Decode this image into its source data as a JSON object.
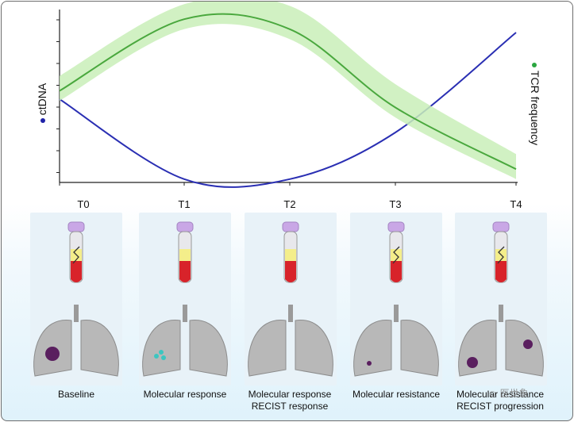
{
  "chart_data": {
    "type": "line",
    "x_ticks": [
      "T0",
      "T1",
      "T2",
      "T3",
      "T4"
    ],
    "y_ticks_count": 8,
    "series": [
      {
        "name": "ctDNA",
        "color": "#2a2fb3",
        "values": [
          0.5,
          0.02,
          0.02,
          0.3,
          0.9
        ]
      },
      {
        "name": "TCR frequency",
        "color": "#4aa83e",
        "values": [
          0.55,
          0.98,
          0.92,
          0.45,
          0.08
        ],
        "band": true
      }
    ]
  },
  "left_axis": {
    "label": "ctDNA",
    "dot_color": "#1f22a8"
  },
  "right_axis": {
    "label": "TCR frequency",
    "dot_color": "#2aa640"
  },
  "timepoints": [
    {
      "label": "T0",
      "caption_line1": "Baseline",
      "caption_line2": "",
      "tube": "band",
      "tumor": "large"
    },
    {
      "label": "T1",
      "caption_line1": "Molecular response",
      "caption_line2": "",
      "tube": "plain",
      "tumor": "response"
    },
    {
      "label": "T2",
      "caption_line1": "Molecular response",
      "caption_line2": "RECIST response",
      "tube": "plain",
      "tumor": "none"
    },
    {
      "label": "T3",
      "caption_line1": "Molecular resistance",
      "caption_line2": "",
      "tube": "band",
      "tumor": "small"
    },
    {
      "label": "T4",
      "caption_line1": "Molecular resistance",
      "caption_line2": "RECIST progression",
      "tube": "band",
      "tumor": "progression"
    }
  ],
  "watermark": "医世象",
  "colors": {
    "tube_cap": "#c9a7e6",
    "tube_plasma": "#f4ee8a",
    "tube_blood": "#d8232a",
    "lung": "#b8b8b8",
    "tumor": "#5a1f5f",
    "response_cells": "#3cc6c0",
    "card_bg": "#e8f2f8"
  }
}
